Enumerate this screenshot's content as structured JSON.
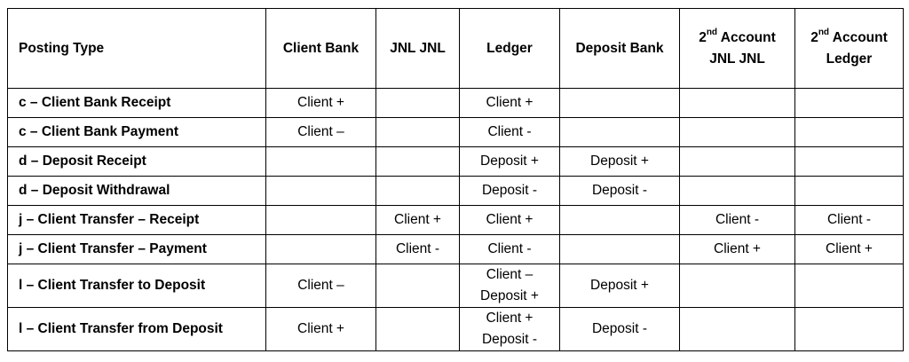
{
  "headers": [
    {
      "line1": "Posting Type",
      "line2": ""
    },
    {
      "line1": "Client Bank",
      "line2": ""
    },
    {
      "line1": "JNL JNL",
      "line2": ""
    },
    {
      "line1": "Ledger",
      "line2": ""
    },
    {
      "line1": "Deposit Bank",
      "line2": ""
    },
    {
      "line1_prefix": "2",
      "line1_sup": "nd",
      "line1_suffix": " Account",
      "line2": "JNL JNL"
    },
    {
      "line1_prefix": "2",
      "line1_sup": "nd",
      "line1_suffix": " Account",
      "line2": "Ledger"
    }
  ],
  "rows": [
    {
      "type": "c – Client Bank Receipt",
      "client_bank": "Client +",
      "jnl": "",
      "ledger": [
        "Client +"
      ],
      "deposit_bank": "",
      "second_jnl": "",
      "second_ledger": ""
    },
    {
      "type": "c – Client Bank Payment",
      "client_bank": "Client –",
      "jnl": "",
      "ledger": [
        "Client -"
      ],
      "deposit_bank": "",
      "second_jnl": "",
      "second_ledger": ""
    },
    {
      "type": "d – Deposit Receipt",
      "client_bank": "",
      "jnl": "",
      "ledger": [
        "Deposit +"
      ],
      "deposit_bank": "Deposit +",
      "second_jnl": "",
      "second_ledger": ""
    },
    {
      "type": "d – Deposit Withdrawal",
      "client_bank": "",
      "jnl": "",
      "ledger": [
        "Deposit -"
      ],
      "deposit_bank": "Deposit -",
      "second_jnl": "",
      "second_ledger": ""
    },
    {
      "type": "j – Client Transfer – Receipt",
      "client_bank": "",
      "jnl": "Client +",
      "ledger": [
        "Client +"
      ],
      "deposit_bank": "",
      "second_jnl": "Client -",
      "second_ledger": "Client -"
    },
    {
      "type": "j – Client Transfer – Payment",
      "client_bank": "",
      "jnl": "Client -",
      "ledger": [
        "Client -"
      ],
      "deposit_bank": "",
      "second_jnl": "Client +",
      "second_ledger": "Client +"
    },
    {
      "type": "l – Client Transfer to Deposit",
      "client_bank": "Client –",
      "jnl": "",
      "ledger": [
        "Client –",
        "Deposit +"
      ],
      "deposit_bank": "Deposit +",
      "second_jnl": "",
      "second_ledger": ""
    },
    {
      "type": "l – Client Transfer from Deposit",
      "client_bank": "Client +",
      "jnl": "",
      "ledger": [
        "Client +",
        "Deposit -"
      ],
      "deposit_bank": "Deposit -",
      "second_jnl": "",
      "second_ledger": ""
    }
  ]
}
